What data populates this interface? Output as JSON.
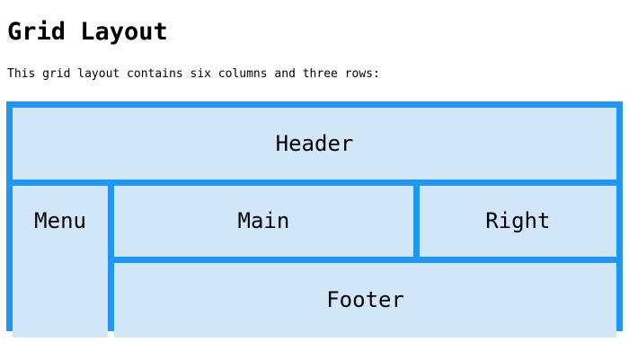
{
  "page": {
    "title": "Grid Layout",
    "description": "This grid layout contains six columns and three rows:"
  },
  "colors": {
    "grid_gap": "#2196f3",
    "cell_fill": "#d2e6fa",
    "text": "#000000",
    "background": "#ffffff"
  },
  "grid": {
    "columns": 6,
    "rows": 3,
    "cells": [
      {
        "name": "header",
        "label": "Header",
        "column_start": 1,
        "column_end": 7,
        "row_start": 1,
        "row_end": 2
      },
      {
        "name": "menu",
        "label": "Menu",
        "column_start": 1,
        "column_end": 2,
        "row_start": 2,
        "row_end": 4
      },
      {
        "name": "main",
        "label": "Main",
        "column_start": 2,
        "column_end": 5,
        "row_start": 2,
        "row_end": 3
      },
      {
        "name": "right",
        "label": "Right",
        "column_start": 5,
        "column_end": 7,
        "row_start": 2,
        "row_end": 3
      },
      {
        "name": "footer",
        "label": "Footer",
        "column_start": 2,
        "column_end": 7,
        "row_start": 3,
        "row_end": 4
      }
    ]
  }
}
